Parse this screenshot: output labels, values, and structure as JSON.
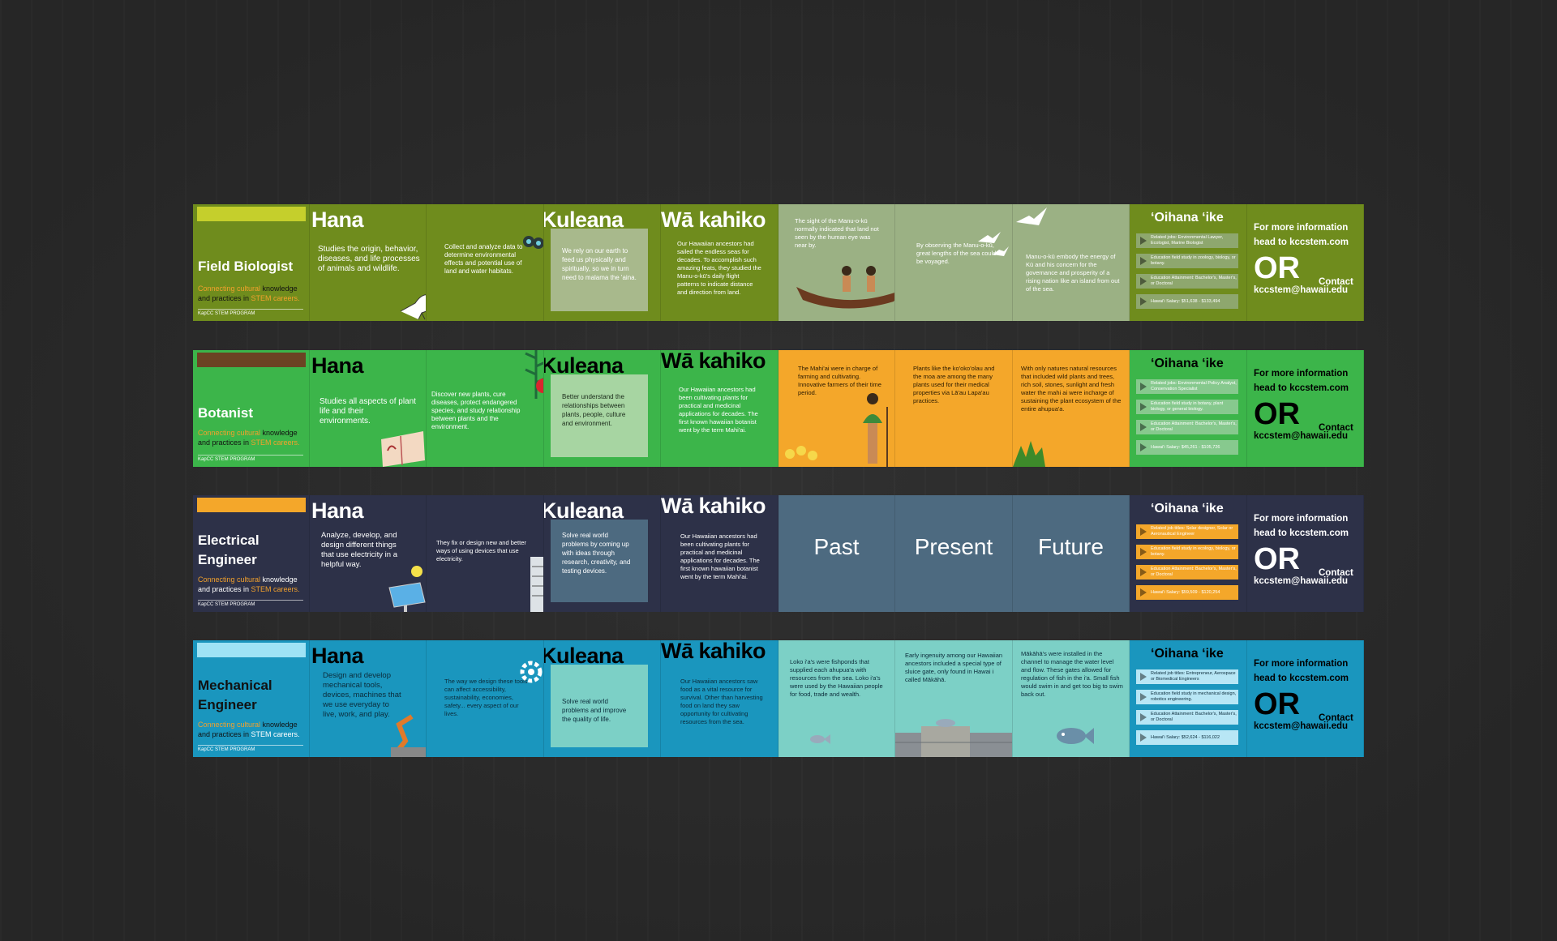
{
  "colors": {
    "green1": "#6f8c1d",
    "green1_light": "#9bb184",
    "green2": "#3cb54a",
    "navy": "#2d3148",
    "slate": "#4d6a80",
    "teal": "#1a96be",
    "orange": "#f4a72a",
    "lime": "#c5cf2c",
    "brown": "#6b4323",
    "yellowo": "#f2a12c",
    "lightblue": "#9ee3f5"
  },
  "rows": [
    {
      "career": "Field Biologist",
      "tag_a": "Connecting cultural",
      "tag_b": " knowledge",
      "tag_c": "and practices in ",
      "tag_d": "STEM careers.",
      "program": "KapCC STEM PROGRAM",
      "hana": "Hana",
      "hana_text": "Studies the origin, behavior, diseases, and life processes of animals and wildlife.",
      "role_text": "Collect and analyze data to determine environmental effects and potential use of land and water habitats.",
      "kuleana": "Kuleana",
      "kuleana_text": "We rely on our earth to feed us physically and spiritually, so we in turn need to malama the 'aina.",
      "wa": "Wā kahiko",
      "wa_text": "Our Hawaiian ancestors had sailed the endless seas for decades. To accomplish such amazing feats, they studied the Manu-o-kū's daily flight patterns to indicate distance and direction from land.",
      "past_text": "The sight of the Manu-o-kū normally indicated that land not seen by the human eye was near by.",
      "present_text": "By observing the Manu-o-kū, great lengths of the sea could be voyaged.",
      "future_text": "Manu-o-kū embody the energy of Kū and his concern for the governance and prosperity of a rising nation like an island from out of the sea.",
      "oihana": "ʻOihana ʻike",
      "bars": [
        "Related jobs: Environmental Lawyer, Ecologist, Marine Biologist",
        "Education field study in zoology, biology, or botany.",
        "Education Attainment: Bachelor's, Master's, or Doctoral",
        "Hawai'i Salary: $51,638 - $133,494"
      ],
      "contact": {
        "l1": "For more information",
        "l2": "head to kccstem.com",
        "or": "OR",
        "ct": "Contact",
        "email": "kccstem@hawaii.edu"
      }
    },
    {
      "career": "Botanist",
      "tag_a": "Connecting cultural",
      "tag_b": " knowledge",
      "tag_c": "and practices in ",
      "tag_d": "STEM careers.",
      "program": "KapCC STEM PROGRAM",
      "hana": "Hana",
      "hana_text": "Studies all aspects of plant life and their environments.",
      "role_text": "Discover new plants, cure diseases, protect endangered species, and study relationship between plants and the environment.",
      "kuleana": "Kuleana",
      "kuleana_text": "Better understand the relationships between plants, people, culture and environment.",
      "wa": "Wā kahiko",
      "wa_text": "Our Hawaiian ancestors had been cultivating plants for practical and medicinal applications for decades. The first known hawaiian botanist went by the term Mahi'ai.",
      "past_text": "The Mahi'ai were in charge of farming and cultivating. Innovative farmers of their time period.",
      "present_text": "Plants like the ko'oko'olau and the moa are among the many plants used for their medical properties via Lā'au Lapa'au practices.",
      "future_text": "With only natures natural resources that included wild plants and trees, rich soil, stones, sunlight and fresh water the mahi ai were incharge of sustaining the plant ecosystem of the entire ahupua'a.",
      "oihana": "ʻOihana ʻike",
      "bars": [
        "Related jobs: Environmental Policy Analyst, Conservation Specialist",
        "Education field study in botany, plant biology, or general biology.",
        "Education Attainment: Bachelor's, Master's, or Doctoral",
        "Hawai'i Salary: $45,261 - $105,726"
      ],
      "contact": {
        "l1": "For more information",
        "l2": "head to kccstem.com",
        "or": "OR",
        "ct": "Contact",
        "email": "kccstem@hawaii.edu"
      }
    },
    {
      "career": "Electrical Engineer",
      "tag_a": "Connecting cultural",
      "tag_b": " knowledge",
      "tag_c": "and practices in ",
      "tag_d": "STEM careers.",
      "program": "KapCC STEM PROGRAM",
      "hana": "Hana",
      "hana_text": "Analyze, develop, and design different things that use electricity in a helpful way.",
      "role_text": "They fix or design new and better ways of using devices that use electricity.",
      "kuleana": "Kuleana",
      "kuleana_text": "Solve real world problems by coming up with ideas through research, creativity, and testing devices.",
      "wa": "Wā kahiko",
      "wa_text": "Our Hawaiian ancestors had been cultivating plants for practical and medicinal applications for decades. The first known hawaiian botanist went by the term Mahi'ai.",
      "past_text": "Past",
      "present_text": "Present",
      "future_text": "Future",
      "oihana": "ʻOihana ʻike",
      "bars": [
        "Related job titles: Solar designer, Solar or Aeronautical Engineer",
        "Education field study in ecology, biology, or botany.",
        "Education Attainment: Bachelor's, Master's, or Doctoral",
        "Hawai'i Salary: $59,509 - $120,254"
      ],
      "contact": {
        "l1": "For more information",
        "l2": "head to kccstem.com",
        "or": "OR",
        "ct": "Contact",
        "email": "kccstem@hawaii.edu"
      }
    },
    {
      "career": "Mechanical Engineer",
      "tag_a": "Connecting cultural",
      "tag_b": " knowledge",
      "tag_c": "and practices in ",
      "tag_d": "STEM careers.",
      "program": "KapCC STEM PROGRAM",
      "hana": "Hana",
      "hana_text": "Design and develop mechanical tools, devices, machines that we use everyday to live, work, and play.",
      "role_text": "The way we design these tools can affect accessibility, sustainability, economies, safety... every aspect of our lives.",
      "kuleana": "Kuleana",
      "kuleana_text": "Solve real world problems and improve the quality of life.",
      "wa": "Wā kahiko",
      "wa_text": "Our Hawaiian ancestors saw food as a vital resource for survival. Other than harvesting food on land they saw opportunity for cultivating resources from the sea.",
      "past_text": "Loko i'a's were fishponds that supplied each ahupua'a with resources from the sea. Loko i'a's were used by the Hawaiian people for food, trade and wealth.",
      "present_text": "Early ingenuity among our Hawaiian ancestors included a special type of sluice gate, only found in Hawai i called Mākāhā.",
      "future_text": "Mākāhā's were installed in the channel to manage the water level and flow. These gates allowed for regulation of fish in the i'a. Small fish would swim in and get too big to swim back out.",
      "oihana": "ʻOihana ʻike",
      "bars": [
        "Related job titles: Entrepreneur, Aerospace or Biomedical Engineers",
        "Education field study in mechanical design, robotics engineering.",
        "Education Attainment: Bachelor's, Master's, or Doctoral",
        "Hawai'i Salary: $52,624 - $116,022"
      ],
      "contact": {
        "l1": "For more information",
        "l2": "head to kccstem.com",
        "or": "OR",
        "ct": "Contact",
        "email": "kccstem@hawaii.edu"
      }
    }
  ]
}
